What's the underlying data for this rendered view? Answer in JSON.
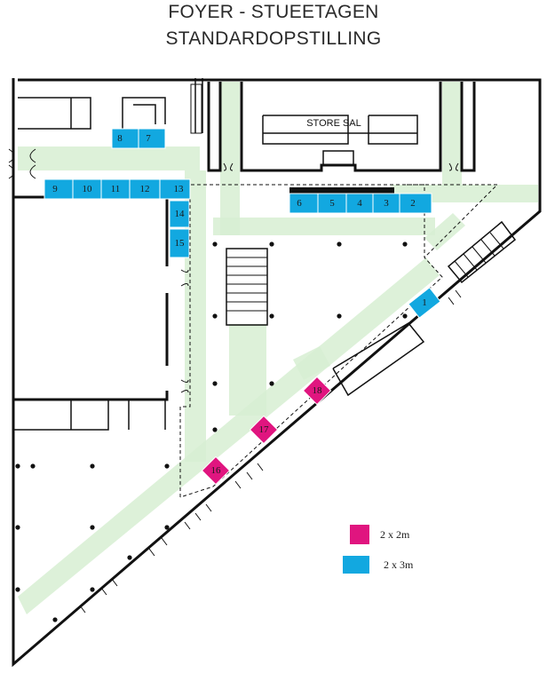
{
  "title_line1": "FOYER - STUEETAGEN",
  "title_line2": "STANDARDOPSTILLING",
  "hall_label": "STORE SAL",
  "colors": {
    "booth_large": "#12a8e0",
    "booth_small": "#e0157f",
    "walkway": "#d7efd2"
  },
  "booths_large": [
    "1",
    "2",
    "3",
    "4",
    "5",
    "6",
    "7",
    "8",
    "9",
    "10",
    "11",
    "12",
    "13",
    "14",
    "15"
  ],
  "booths_small": [
    "16",
    "17",
    "18"
  ],
  "legend": [
    {
      "label": "2 x 2m",
      "color": "#e0157f"
    },
    {
      "label": "2 x 3m",
      "color": "#12a8e0"
    }
  ]
}
